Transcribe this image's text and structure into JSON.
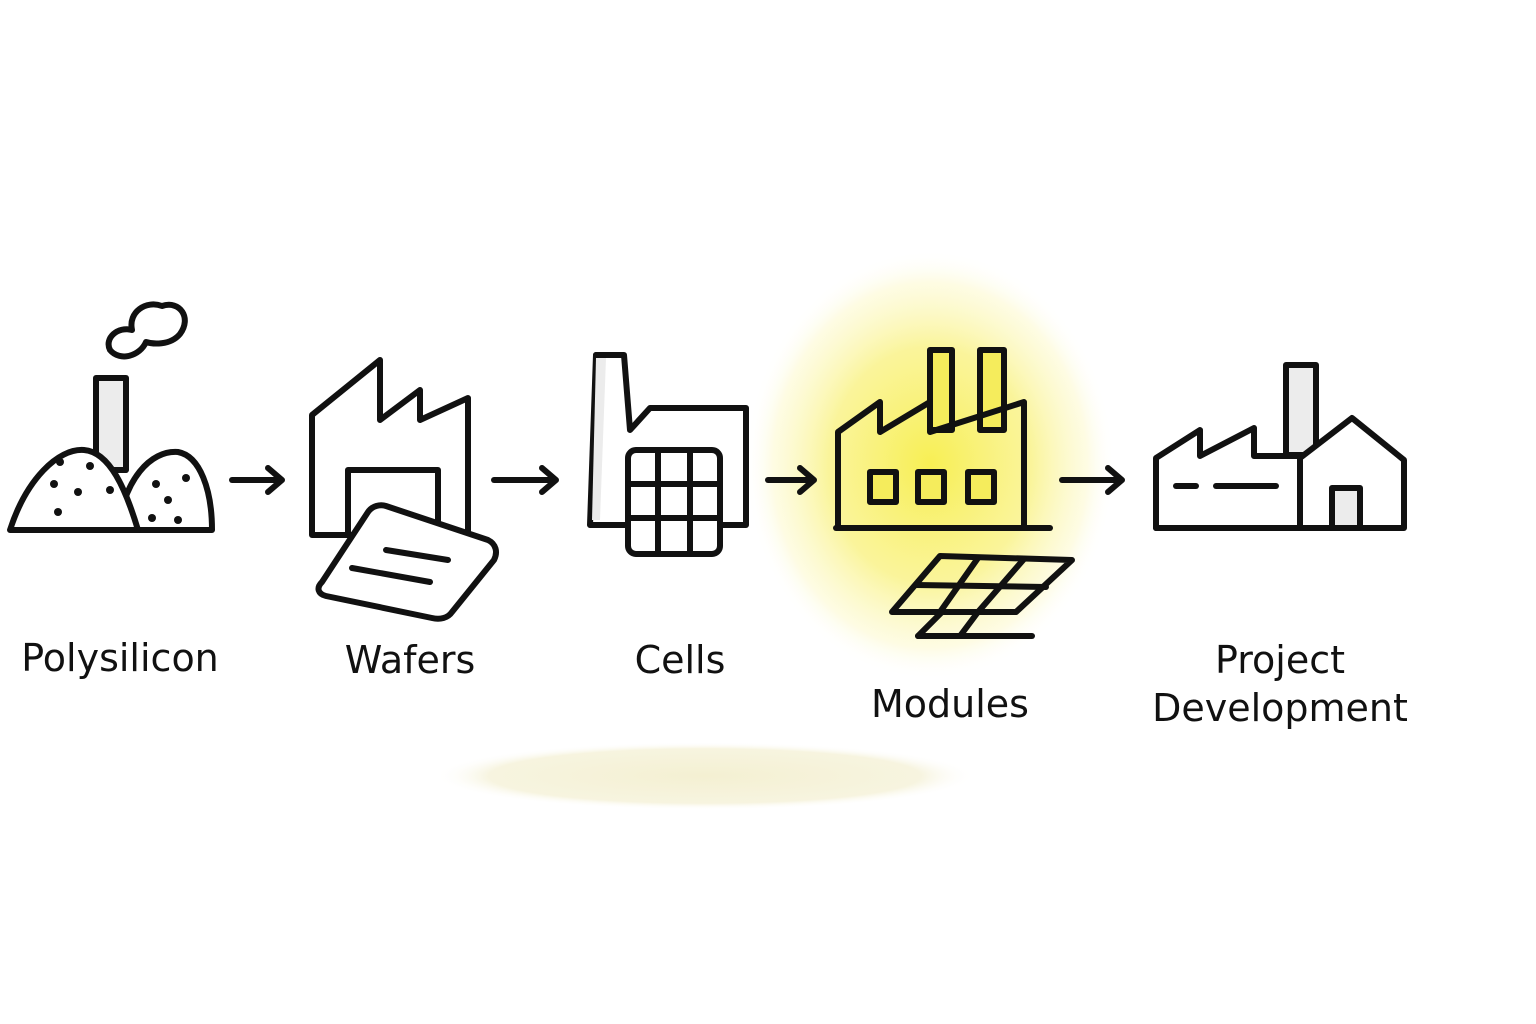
{
  "diagram": {
    "stages": [
      {
        "id": "polysilicon",
        "label": "Polysilicon",
        "highlighted": false
      },
      {
        "id": "wafers",
        "label": "Wafers",
        "highlighted": false
      },
      {
        "id": "cells",
        "label": "Cells",
        "highlighted": false
      },
      {
        "id": "modules",
        "label": "Modules",
        "highlighted": true
      },
      {
        "id": "project",
        "label": "Project\nDevelopment",
        "highlighted": false
      }
    ],
    "flow_direction": "left-to-right",
    "colors": {
      "stroke": "#111111",
      "highlight_glow": "#f7ee4a",
      "highlight_fill": "#f5ec5c",
      "chimney_fill": "#ececec",
      "ground_shadow": "#f6f3dc"
    }
  }
}
